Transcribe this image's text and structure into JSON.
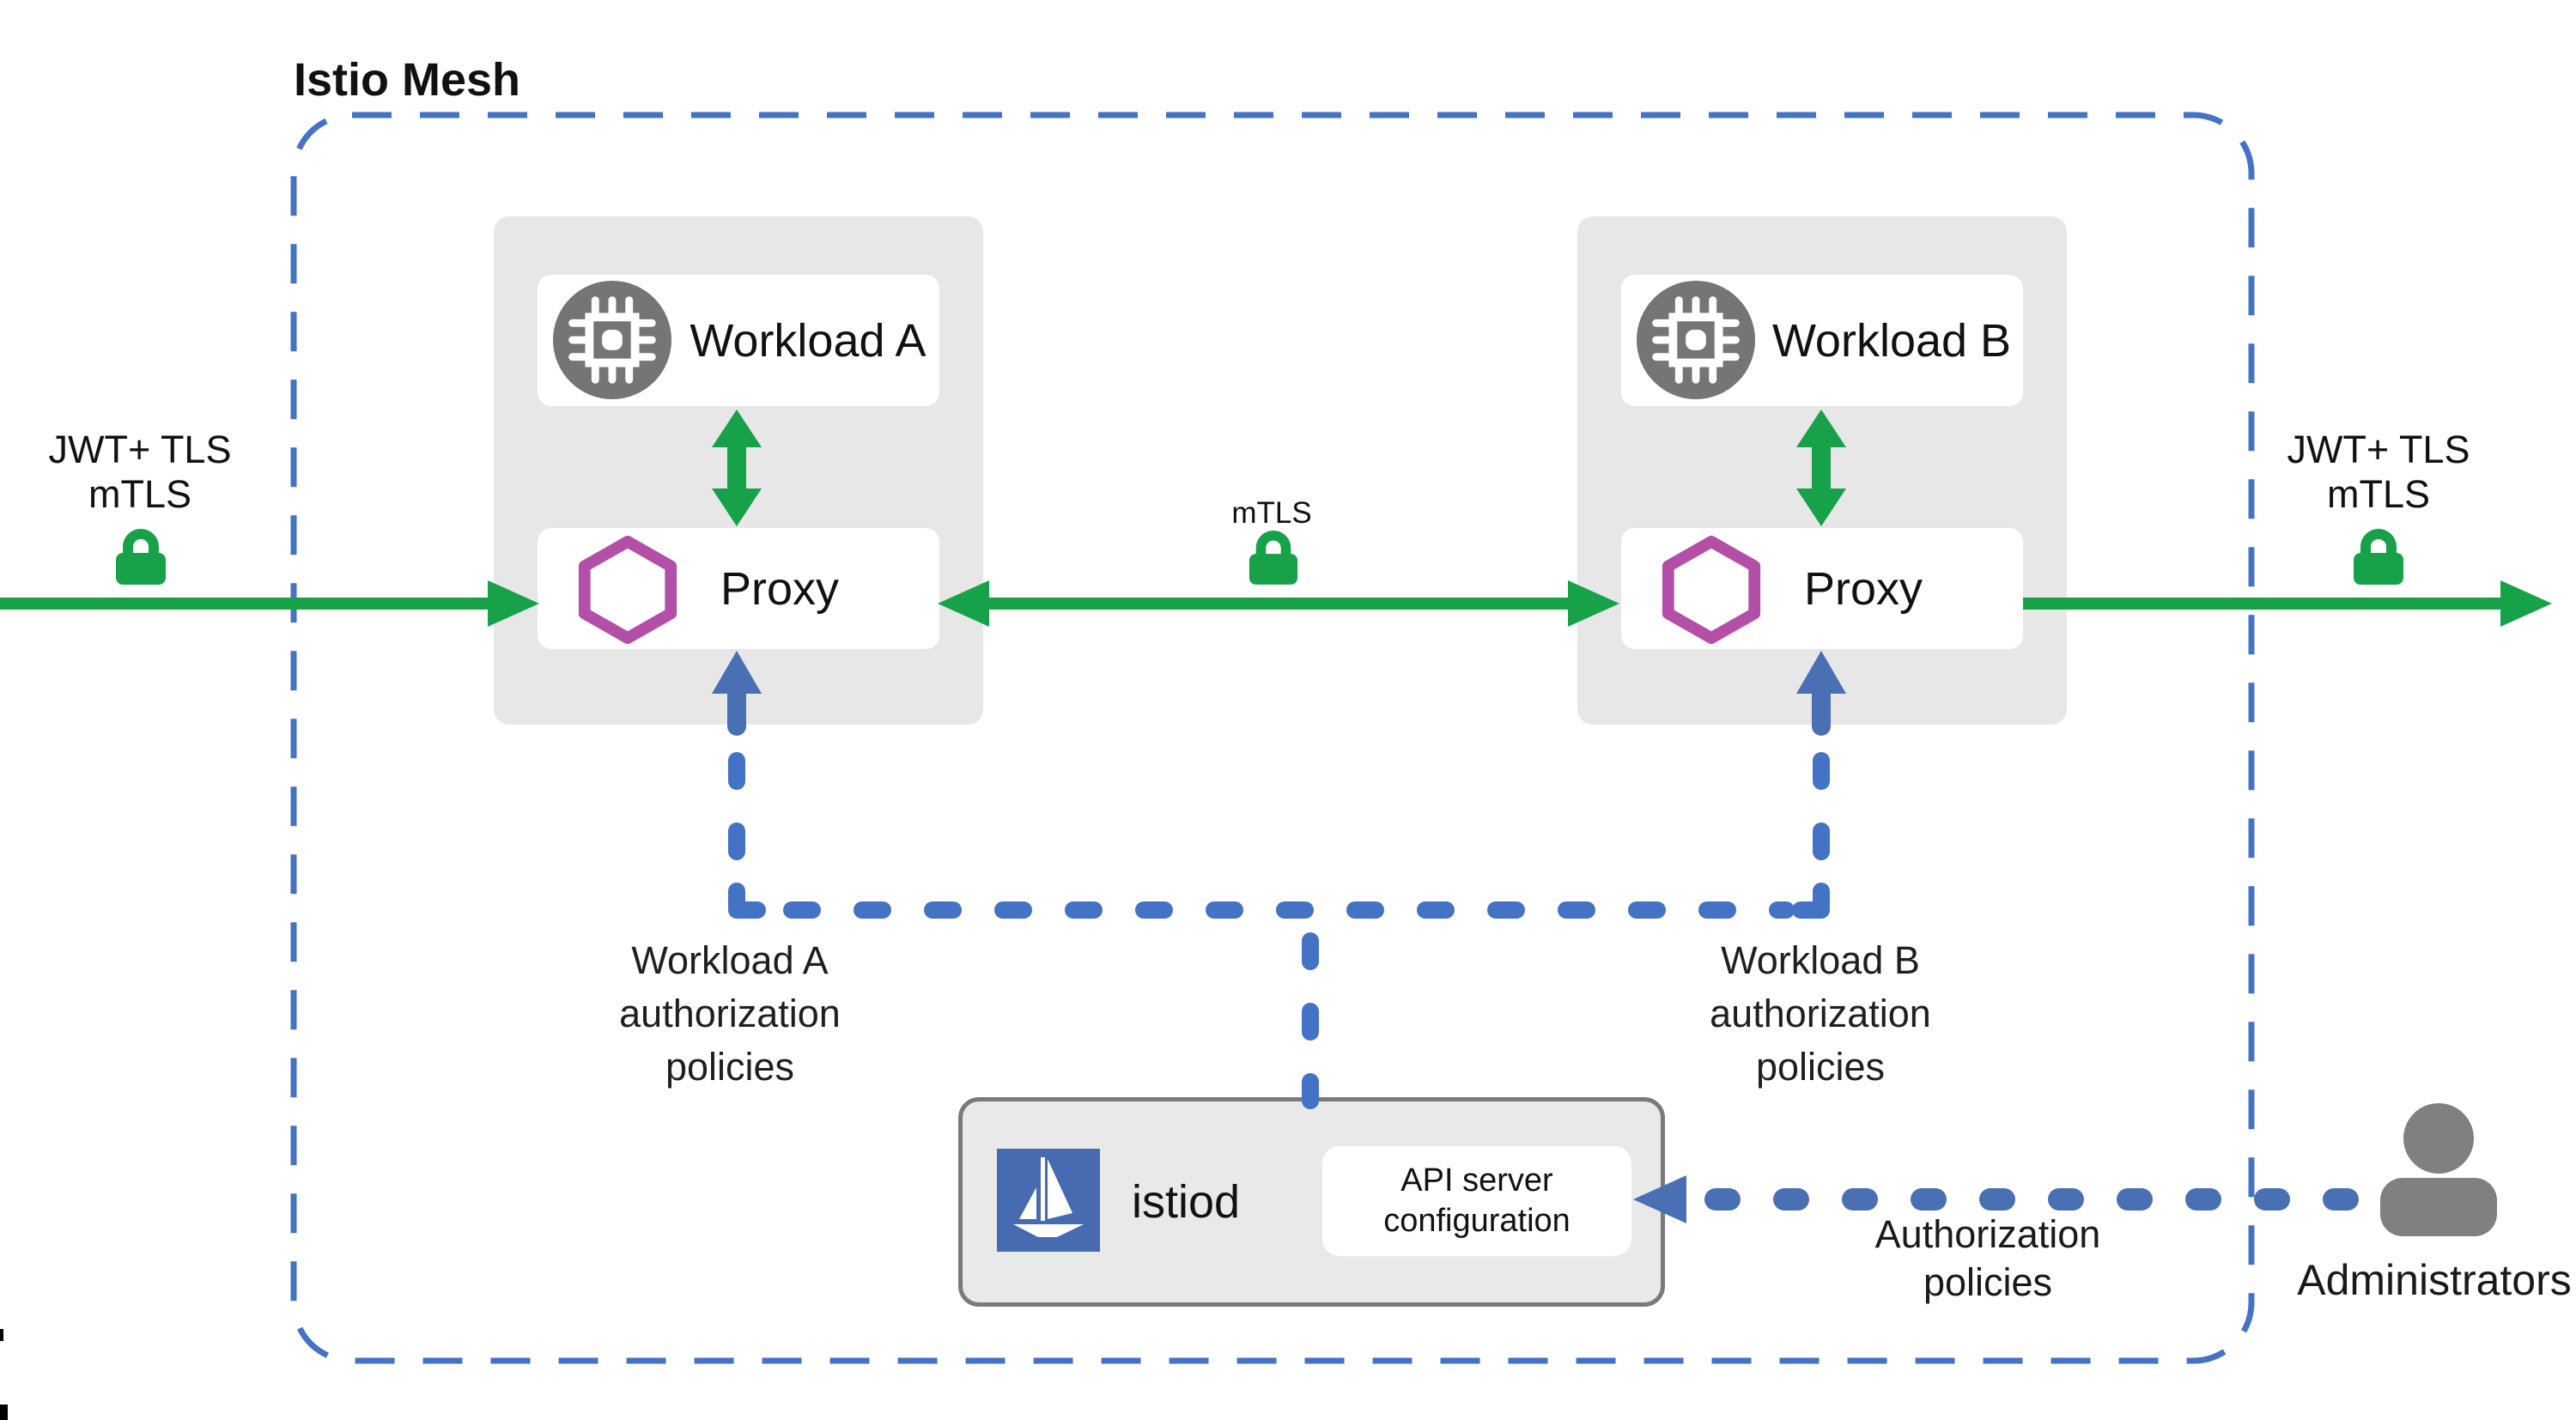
{
  "mesh": {
    "title": "Istio Mesh"
  },
  "traffic_left": {
    "line1": "JWT+ TLS",
    "line2": "mTLS"
  },
  "traffic_right": {
    "line1": "JWT+ TLS",
    "line2": "mTLS"
  },
  "mtls_mid": {
    "label": "mTLS"
  },
  "workload_a": {
    "label": "Workload A",
    "proxy_label": "Proxy",
    "policy_lines": [
      "Workload A",
      "authorization",
      "policies"
    ]
  },
  "workload_b": {
    "label": "Workload B",
    "proxy_label": "Proxy",
    "policy_lines": [
      "Workload B",
      "authorization",
      "policies"
    ]
  },
  "istiod": {
    "label": "istiod",
    "api_lines": [
      "API server",
      "configuration"
    ]
  },
  "admin": {
    "label": "Administrators",
    "policy_lines": [
      "Authorization",
      "policies"
    ]
  },
  "icons": {
    "workload_icon": "chip-icon",
    "proxy_icon": "hexagon-icon",
    "security_icon": "lock-icon",
    "istiod_icon": "istio-sailboat-icon",
    "admin_icon": "person-icon"
  },
  "colors": {
    "green": "#17a24a",
    "blue_dash": "#4472c4",
    "blue_arrow": "#4a70b4",
    "magenta": "#b44fa8",
    "istio_blue": "#466bb0",
    "container_gray": "#e7e7e7",
    "istiod_fill": "#e9e9e9",
    "istiod_border": "#7a7a7a",
    "icon_gray": "#757575",
    "person_gray": "#808080",
    "text": "#111111"
  }
}
